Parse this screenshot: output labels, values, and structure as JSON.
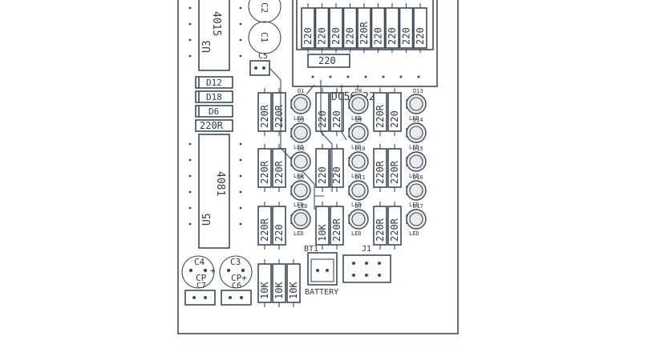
{
  "chips": {
    "u3": {
      "ref": "U3",
      "value": "4015"
    },
    "u5": {
      "ref": "U5",
      "value": "4081"
    }
  },
  "diodes": [
    "D12",
    "D18",
    "D6"
  ],
  "left_resistor": "220R",
  "top_caps": [
    "C2",
    "C1"
  ],
  "c5": "C5",
  "module": {
    "resistors": [
      "220",
      "220",
      "220",
      "220",
      "220R",
      "220",
      "220",
      "220",
      "220"
    ],
    "bottom_resistor": "220",
    "label": "DC56-22"
  },
  "resistors": {
    "col_a_top": [
      "220R",
      "220R"
    ],
    "col_a_mid": [
      "220R",
      "220R"
    ],
    "col_a_bot": [
      "220R",
      "220"
    ],
    "center_top": [
      "220",
      "220"
    ],
    "center_mid": [
      "220",
      "220"
    ],
    "center_bot": [
      "10K",
      "220R"
    ],
    "right_top": [
      "220R",
      "220"
    ],
    "right_mid": [
      "220R",
      "220R"
    ],
    "right_bot": [
      "220R",
      "220R"
    ],
    "bottom_row": [
      "10K",
      "10K",
      "10K"
    ]
  },
  "leds": {
    "col1": [
      "D1",
      "D3",
      "D4",
      "D5",
      "LED"
    ],
    "col1_names": [
      "LED",
      "LED",
      "LED",
      "LED",
      "LED"
    ],
    "col2": [
      "D8",
      "D9",
      "D10",
      "D11",
      "D7"
    ],
    "col2_names": [
      "LED",
      "LED",
      "LED",
      "LED",
      "LED"
    ],
    "col3": [
      "D13",
      "D14",
      "D15",
      "D16",
      "D17"
    ],
    "col3_names": [
      "LED",
      "LED",
      "LED",
      "LED",
      "LED"
    ]
  },
  "caps_bottom": {
    "c4": {
      "ref": "C4",
      "mark": "CP"
    },
    "c3": {
      "ref": "C3",
      "mark": "CP+"
    },
    "c7": "C7",
    "c6": "C6"
  },
  "battery": {
    "ref": "BT1",
    "name": "BATTERY"
  },
  "j1": "J1"
}
